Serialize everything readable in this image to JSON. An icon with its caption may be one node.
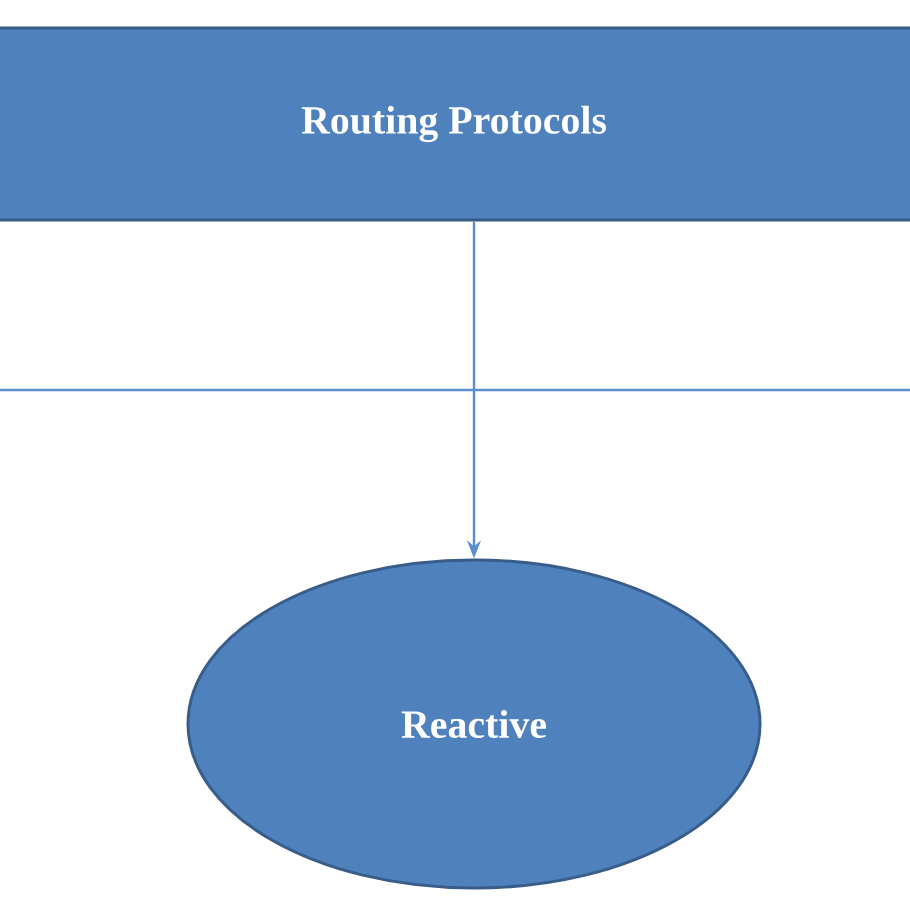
{
  "diagram": {
    "nodes": [
      {
        "text": [
          "Routing Protocols"
        ]
      },
      {
        "text": [
          "Reactive"
        ]
      }
    ],
    "edges": [
      {
        "from": 0,
        "to": 1,
        "arrow": "to"
      }
    ]
  }
}
